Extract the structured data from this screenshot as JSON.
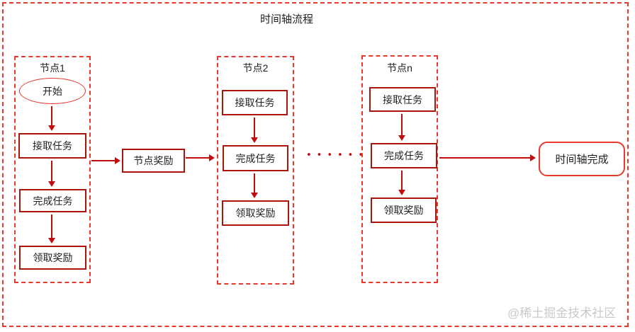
{
  "title": "时间轴流程",
  "nodes": [
    {
      "label": "节点1",
      "start": "开始",
      "steps": [
        "接取任务",
        "完成任务",
        "领取奖励"
      ]
    },
    {
      "label": "节点2",
      "steps": [
        "接取任务",
        "完成任务",
        "领取奖励"
      ]
    },
    {
      "label": "节点n",
      "steps": [
        "接取任务",
        "完成任务",
        "领取奖励"
      ]
    }
  ],
  "connectors": {
    "node_reward": "节点奖励",
    "end": "时间轴完成"
  },
  "ellipsis": "••••••",
  "watermark": "@稀土掘金技术社区",
  "colors": {
    "dashed_red": "#e8392c",
    "solid_red": "#a9150b",
    "arrow_red": "#c00c0c",
    "text": "#1f1f1f",
    "watermark": "#c9c9c9",
    "background": "#ffffff"
  }
}
